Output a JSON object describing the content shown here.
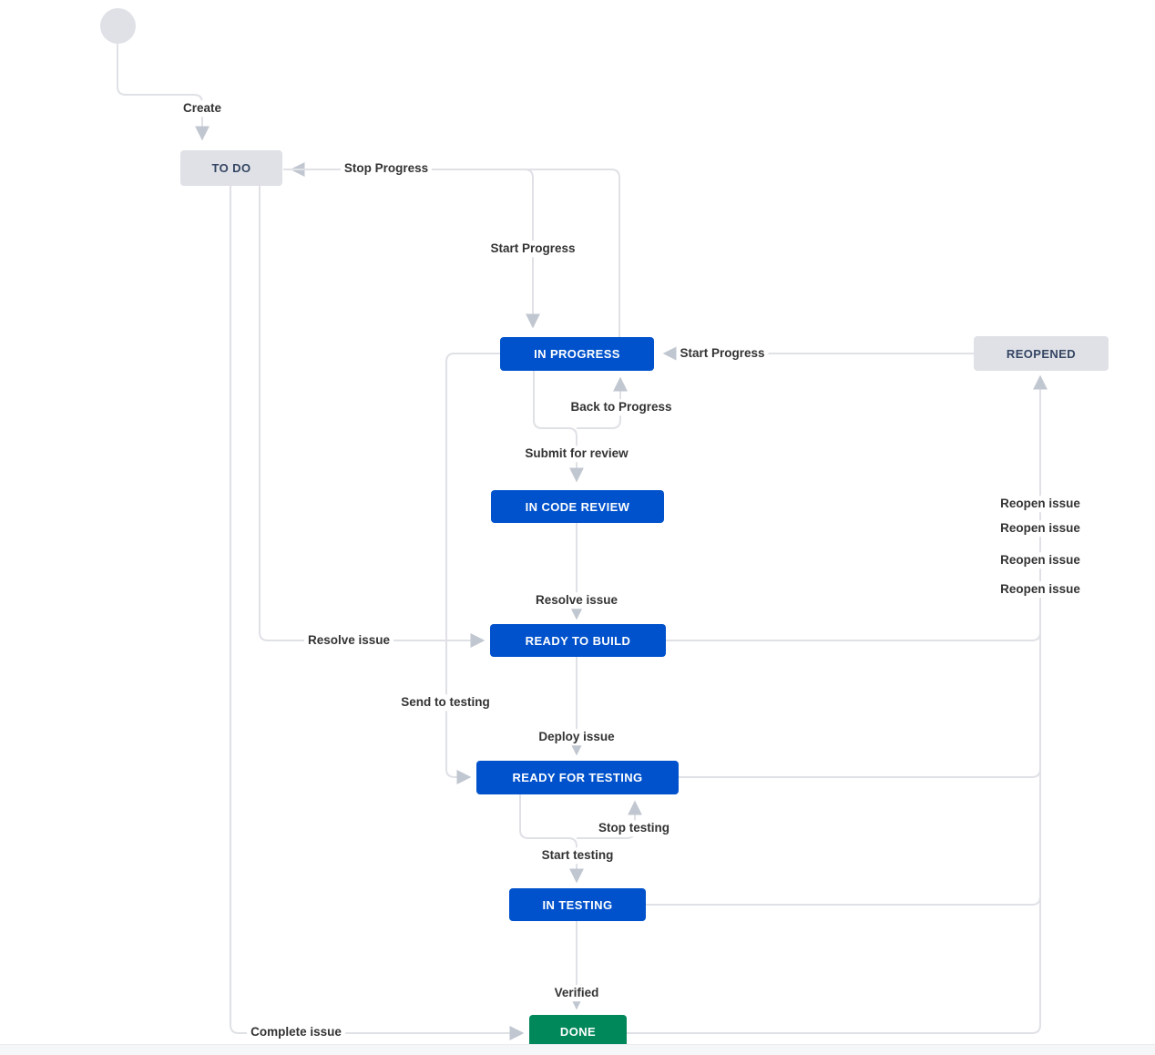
{
  "colors": {
    "canvas": "#ffffff",
    "blue": "#0052CC",
    "green": "#00875A",
    "gray_node": "#dfe1e6",
    "gray_node_text": "#344563",
    "line": "#dfe1e6",
    "arrow": "#c1c7d0",
    "label_text": "#333333",
    "footer": "#f5f6f8",
    "footer_border": "#e9ebf0"
  },
  "nodes": {
    "start": {
      "label": ""
    },
    "todo": {
      "label": "TO DO"
    },
    "in_progress": {
      "label": "IN PROGRESS"
    },
    "reopened": {
      "label": "REOPENED"
    },
    "in_code_review": {
      "label": "IN CODE REVIEW"
    },
    "ready_to_build": {
      "label": "READY TO BUILD"
    },
    "ready_for_testing": {
      "label": "READY FOR TESTING"
    },
    "in_testing": {
      "label": "IN TESTING"
    },
    "done": {
      "label": "DONE"
    }
  },
  "transitions": {
    "create": "Create",
    "stop_progress": "Stop Progress",
    "start_progress_from_todo": "Start Progress",
    "start_progress_from_reopened": "Start Progress",
    "back_to_progress": "Back to Progress",
    "submit_for_review": "Submit for review",
    "reopen_issue_1": "Reopen issue",
    "reopen_issue_2": "Reopen issue",
    "reopen_issue_3": "Reopen issue",
    "reopen_issue_4": "Reopen issue",
    "resolve_issue_from_review": "Resolve issue",
    "resolve_issue_from_todo": "Resolve issue",
    "send_to_testing": "Send to testing",
    "deploy_issue": "Deploy issue",
    "stop_testing": "Stop testing",
    "start_testing": "Start testing",
    "verified": "Verified",
    "complete_issue": "Complete issue"
  }
}
